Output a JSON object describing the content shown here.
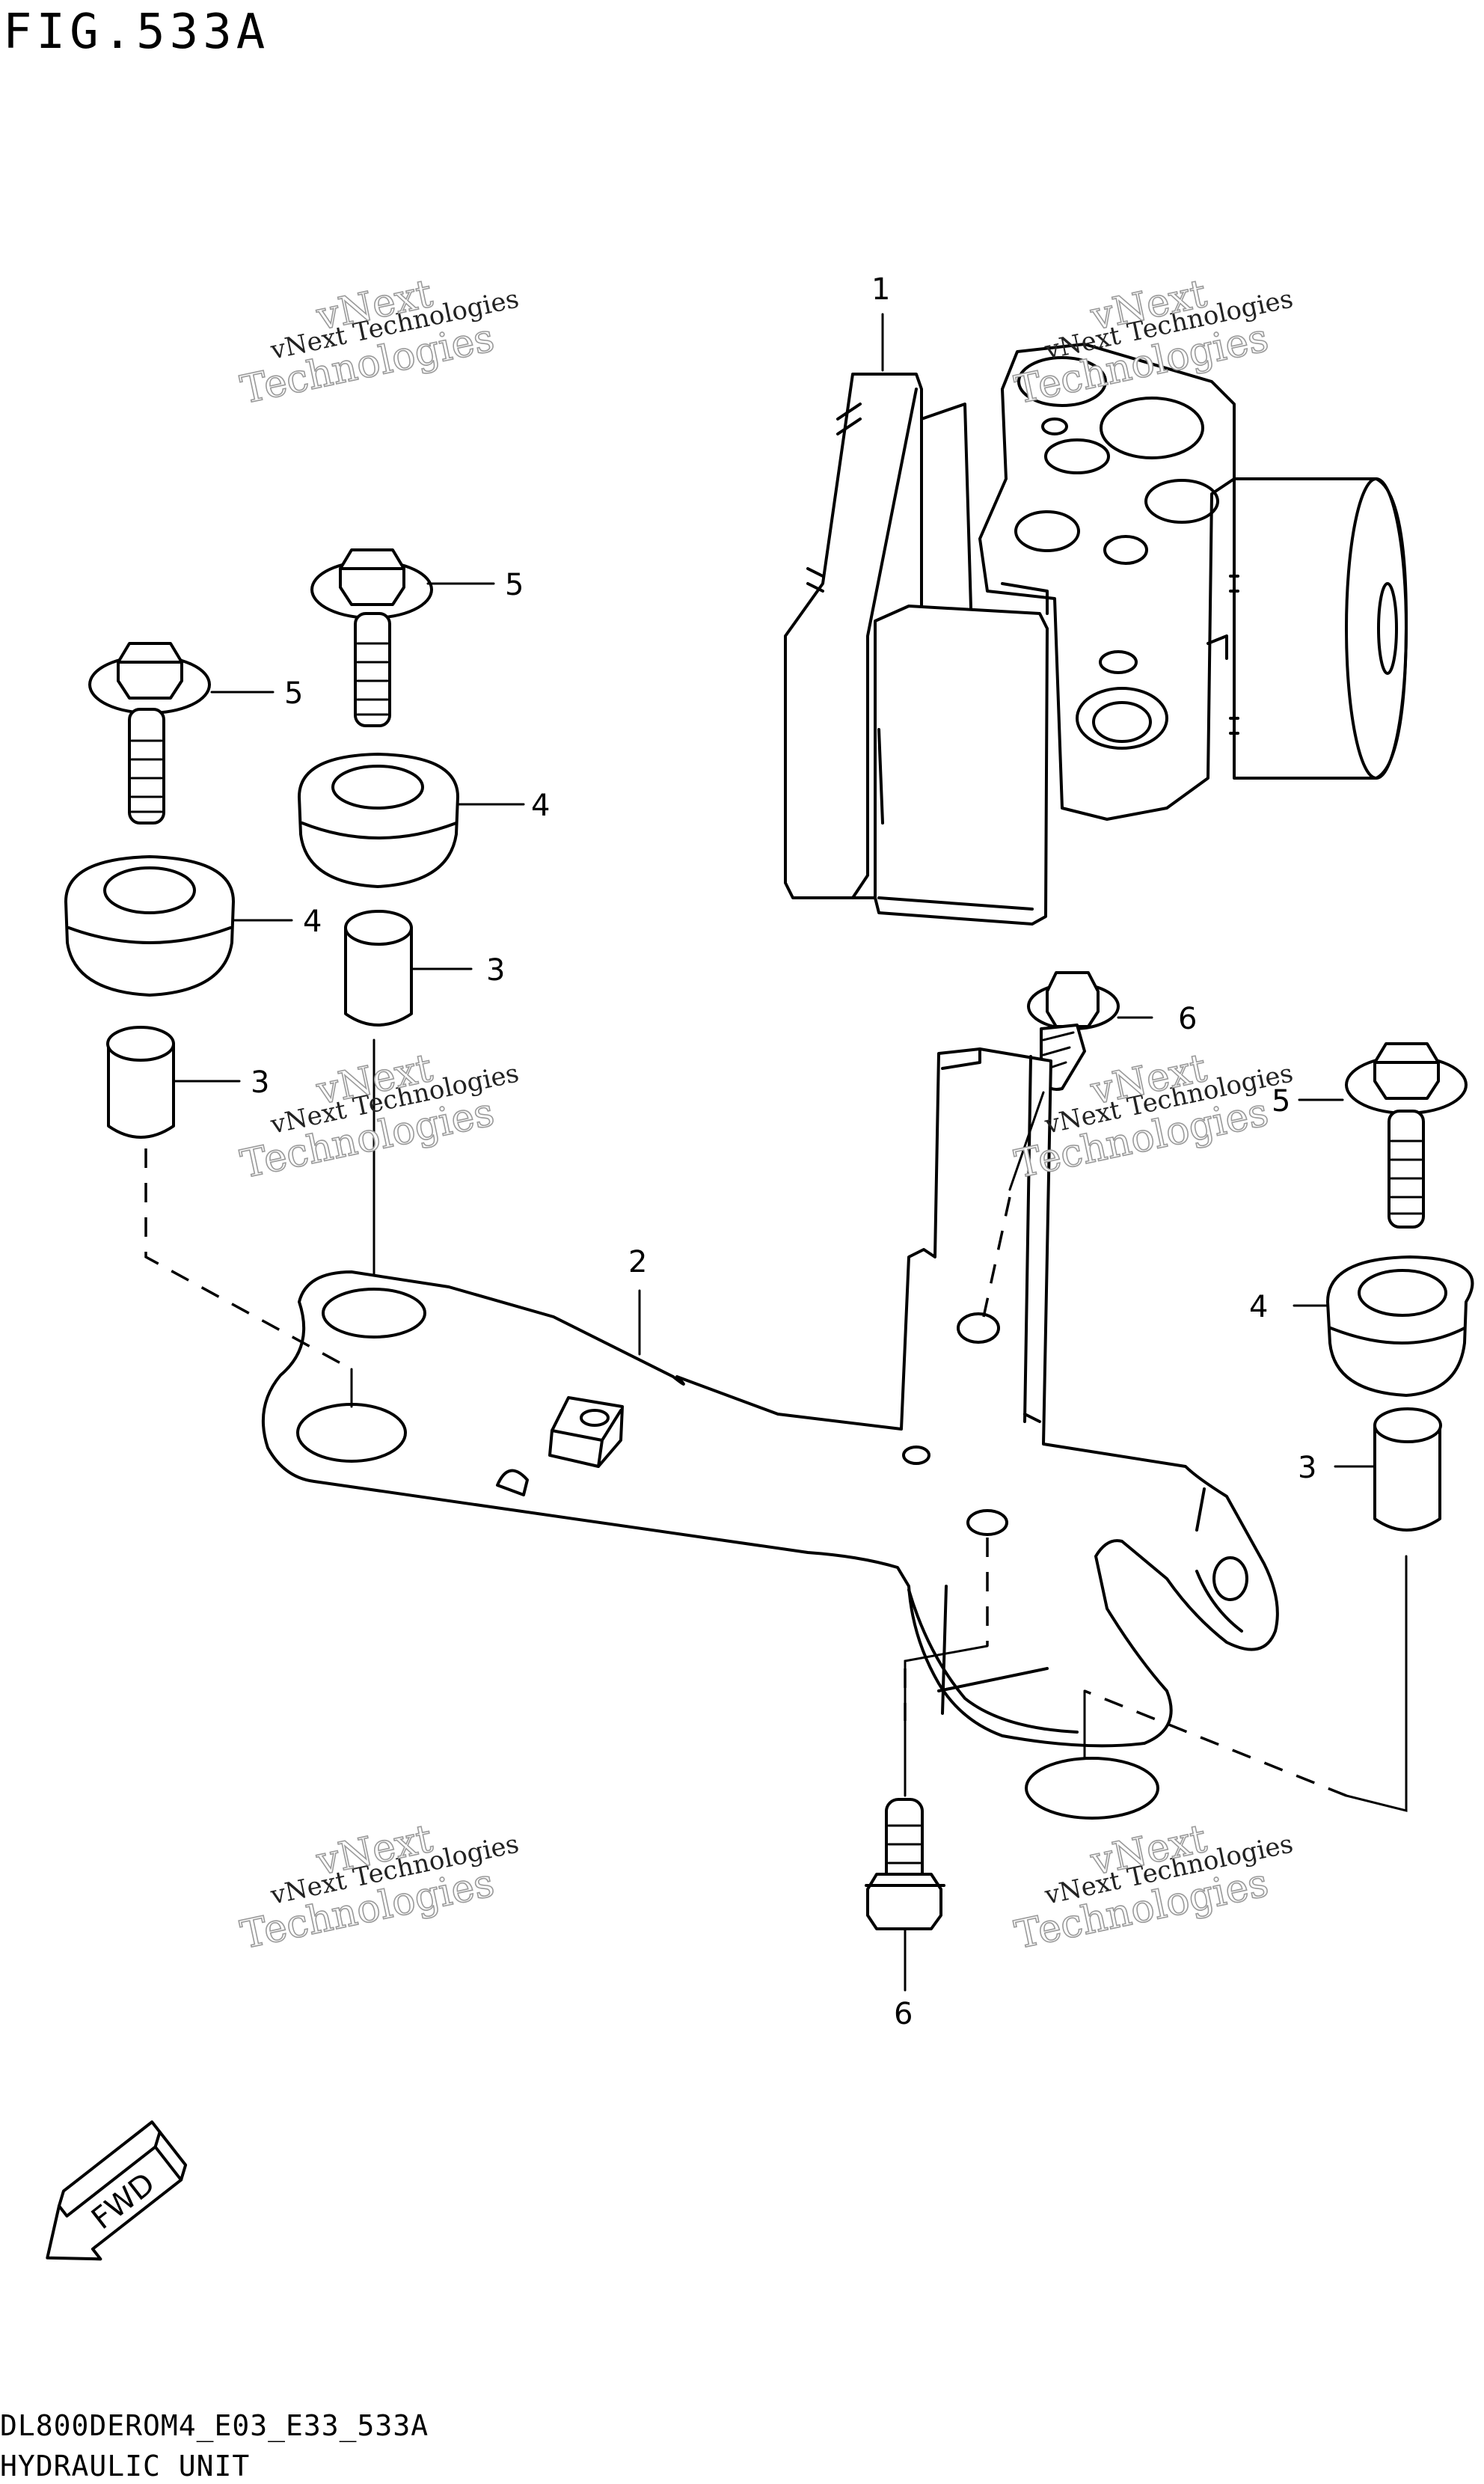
{
  "figure": {
    "title": "FIG.533A",
    "diagram_code": "DL800DEROM4_E03_E33_533A",
    "diagram_name": "HYDRAULIC UNIT",
    "direction_arrow_label": "FWD"
  },
  "callouts": [
    {
      "id": "c1",
      "label": "1"
    },
    {
      "id": "c2",
      "label": "2"
    },
    {
      "id": "c3a",
      "label": "3"
    },
    {
      "id": "c3b",
      "label": "3"
    },
    {
      "id": "c3c",
      "label": "3"
    },
    {
      "id": "c4a",
      "label": "4"
    },
    {
      "id": "c4b",
      "label": "4"
    },
    {
      "id": "c4c",
      "label": "4"
    },
    {
      "id": "c5a",
      "label": "5"
    },
    {
      "id": "c5b",
      "label": "5"
    },
    {
      "id": "c5c",
      "label": "5"
    },
    {
      "id": "c6a",
      "label": "6"
    },
    {
      "id": "c6b",
      "label": "6"
    }
  ],
  "watermark": {
    "line1": "vNext Technologies",
    "line2": "vNext",
    "line3": "Technologies"
  },
  "parts": [
    {
      "ref": "1",
      "name": "hydraulic-unit",
      "icon": "abs-hydraulic-unit-icon"
    },
    {
      "ref": "2",
      "name": "bracket",
      "icon": "bracket-icon"
    },
    {
      "ref": "3",
      "name": "spacer",
      "icon": "spacer-icon"
    },
    {
      "ref": "4",
      "name": "cushion",
      "icon": "cushion-icon"
    },
    {
      "ref": "5",
      "name": "bolt",
      "icon": "flange-bolt-icon"
    },
    {
      "ref": "6",
      "name": "bolt",
      "icon": "flange-bolt-icon"
    }
  ]
}
